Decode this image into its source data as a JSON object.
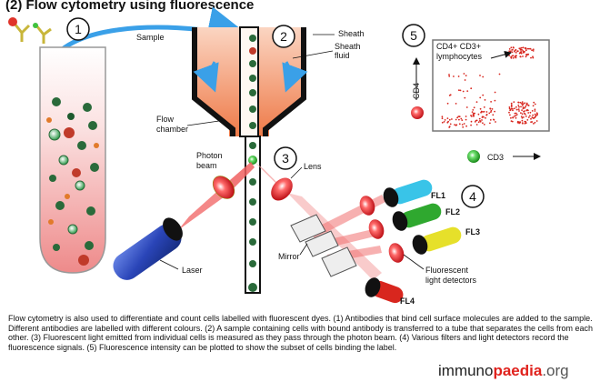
{
  "title": "(2) Flow cytometry using fluorescence",
  "steps": [
    "1",
    "2",
    "3",
    "4",
    "5"
  ],
  "labels": {
    "sample": "Sample",
    "sheath": "Sheath",
    "sheath_fluid": [
      "Sheath",
      "fluid"
    ],
    "flow_chamber": [
      "Flow",
      "chamber"
    ],
    "photon_beam": [
      "Photon",
      "beam"
    ],
    "lens": "Lens",
    "laser": "Laser",
    "mirror": "Mirror",
    "detectors": [
      "Fluorescent",
      "light detectors"
    ],
    "fl": [
      "FL1",
      "FL2",
      "FL3",
      "FL4"
    ]
  },
  "plot": {
    "gate_label": [
      "CD4+ CD3+",
      "lymphocytes"
    ],
    "xlabel": "CD3",
    "ylabel": "CD4"
  },
  "caption": "Flow cytometry is also used to differentiate and count cells labelled with fluorescent dyes. (1) Antibodies that bind cell surface molecules are added to the sample. Different antibodies are labelled with different colours. (2) A sample containing cells with bound antibody is transferred to a tube that separates the cells from each other. (3) Fluorescent light emitted from individual cells is measured as they pass through the photon beam. (4) Various filters and light detectors record the fluorescence signals. (5) Fluorescence intensity can be plotted to show the subset of cells binding the label.",
  "logo": {
    "a": "immuno",
    "b": "paedia",
    "c": ".org"
  },
  "colors": {
    "red": "#d8261e",
    "green": "#2fa82f",
    "cyan": "#39c4e8",
    "yellow": "#e6e02a",
    "blue": "#3355cc",
    "chamber": "#f08a5a"
  }
}
